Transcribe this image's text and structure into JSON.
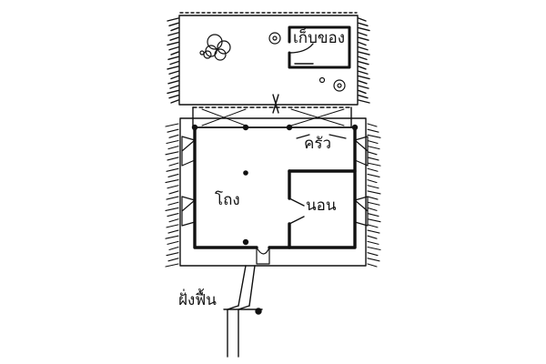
{
  "plan": {
    "ink_color": "#111111",
    "paper_color": "#ffffff",
    "labels": {
      "storage": "เก็บของ",
      "kitchen": "ครัว",
      "living": "โถง",
      "bedroom": "นอน",
      "drying_yard": "ฝั่งฟื้น"
    },
    "icons": [
      "tree-icon",
      "jar-icon",
      "door-swing-icon",
      "fence-icon",
      "post-icon"
    ]
  }
}
